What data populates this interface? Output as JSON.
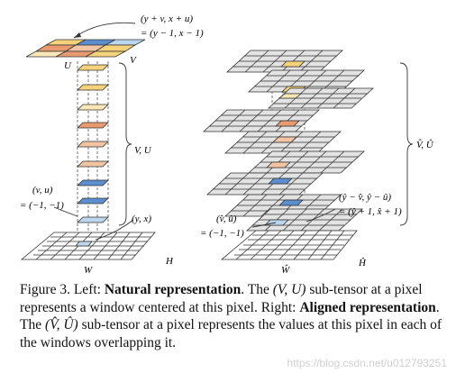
{
  "figure": {
    "left_labels": {
      "top_formula_line1": "(y + v, x + u)",
      "top_formula_line2": "= (y − 1, x − 1)",
      "u": "U",
      "v": "V",
      "vu_label": "V, U",
      "offset_line1": "(v, u)",
      "offset_line2": "= (−1, −1)",
      "yx_label": "(y, x)",
      "w": "W",
      "h": "H"
    },
    "right_labels": {
      "vu_hat_label": "V̂, Û",
      "hat_formula_line1": "(ŷ − v̂, ŷ − û)",
      "hat_formula_line2": "= (ŷ + 1, x̂ + 1)",
      "hat_offset_line1": "(v̂, û)",
      "hat_offset_line2": "= (−1, −1)",
      "w_hat": "Ŵ",
      "h_hat": "Ĥ"
    },
    "colors": {
      "yellow": "#f6d27a",
      "orange": "#ea9a70",
      "peach": "#f3c4a4",
      "light_yellow": "#fbe7b8",
      "blue": "#5b8fcf",
      "light_blue": "#bcd6ee",
      "gray_cell": "#e3e3e3",
      "grid_line": "#333333"
    }
  },
  "caption": {
    "label": "Figure 3. Left:",
    "bold1": "Natural representation",
    "text1": ". The",
    "math1": "(V, U)",
    "text2": "sub-tensor at a pixel represents a window centered at this pixel. Right:",
    "bold2": "Aligned representation",
    "text3": ". The",
    "math2": "(V̂, Û)",
    "text4": "sub-tensor at a pixel represents the values at this pixel in each of the windows overlapping it."
  },
  "watermark": "https://blog.csdn.net/u012793251"
}
